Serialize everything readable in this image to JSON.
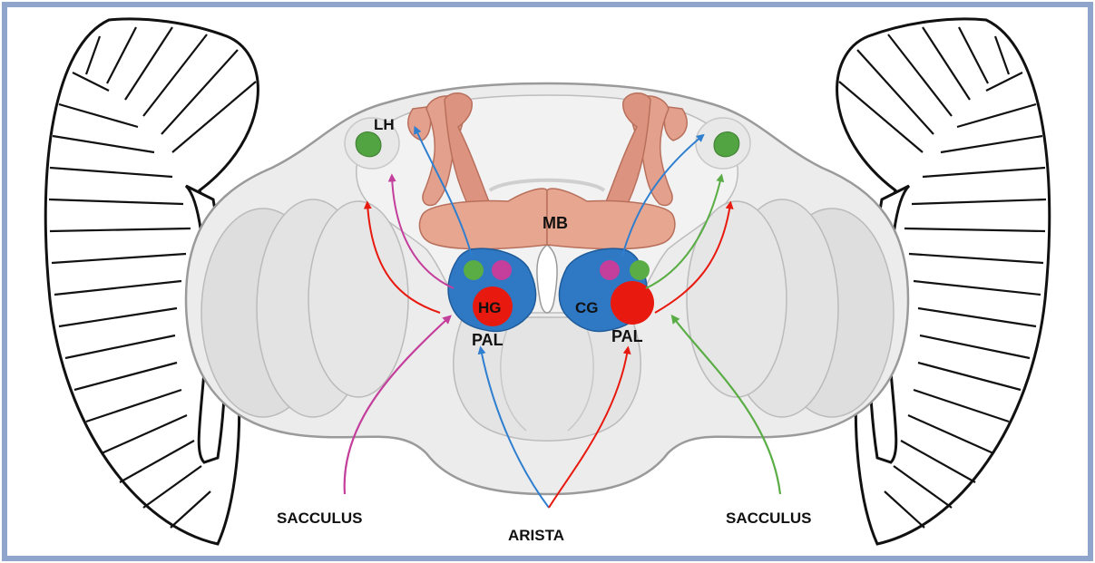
{
  "labels": {
    "lh": "LH",
    "mb": "MB",
    "hg": "HG",
    "cg": "CG",
    "pal_left": "PAL",
    "pal_right": "PAL",
    "sacculus_left": "SACCULUS",
    "sacculus_right": "SACCULUS",
    "arista": "ARISTA"
  },
  "colors": {
    "frame_border": "#8fa5cc",
    "brain_fill": "#ececec",
    "brain_stroke": "#9a9a9a",
    "mushroom_body": "#e3a08c",
    "mushroom_body_stroke": "#b8705c",
    "antennal_lobe": "#2f78c4",
    "lateral_horn": "#52a342",
    "glomerulus_magenta": "#c43e9c",
    "glomerulus_green": "#5aad45",
    "glomerulus_red": "#e8190e",
    "arrow_blue": "#2f7fd0",
    "arrow_red": "#e8190e",
    "arrow_magenta": "#c43e9c",
    "arrow_green": "#5aad45"
  }
}
